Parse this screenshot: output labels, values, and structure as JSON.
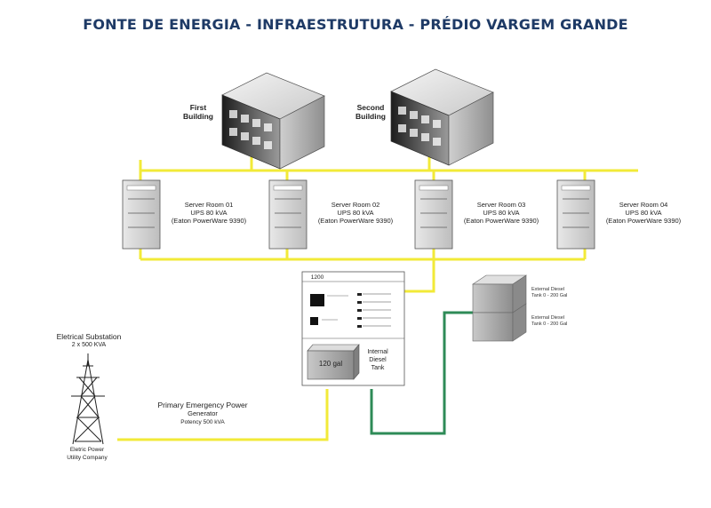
{
  "title": "FONTE DE ENERGIA - INFRAESTRUTURA - PRÉDIO VARGEM GRANDE",
  "buildings": [
    {
      "line1": "First",
      "line2": "Building"
    },
    {
      "line1": "Second",
      "line2": "Building"
    }
  ],
  "server_rooms": [
    {
      "name": "Server Room 01",
      "ups": "UPS 80 kVA",
      "model": "(Eaton PowerWare 9390)"
    },
    {
      "name": "Server Room 02",
      "ups": "UPS 80 kVA",
      "model": "(Eaton PowerWare 9390)"
    },
    {
      "name": "Server Room 03",
      "ups": "UPS 80 kVA",
      "model": "(Eaton PowerWare 9390)"
    },
    {
      "name": "Server Room 04",
      "ups": "UPS 80 kVA",
      "model": "(Eaton PowerWare 9390)"
    }
  ],
  "generator": {
    "panel_code": "1200",
    "tank_volume": "120 gal",
    "internal_tank": {
      "line1": "Internal",
      "line2": "Diesel",
      "line3": "Tank"
    },
    "label_line1": "Primary Emergency Power",
    "label_line2": "Generator",
    "label_line3": "Potency 500 kVA"
  },
  "external_tanks": [
    {
      "line1": "External Diesel",
      "line2": "Tank 0 - 200 Gal"
    },
    {
      "line1": "External Diesel",
      "line2": "Tank 0 - 200 Gal"
    }
  ],
  "substation": {
    "title": "Eletrical Substation",
    "capacity": "2 x 500 KVA",
    "company_line1": "Eletric Power",
    "company_line2": "Utility Company"
  },
  "colors": {
    "power_line": "#f2ea38",
    "fuel_line": "#2e8b57",
    "title": "#1e3a66"
  }
}
